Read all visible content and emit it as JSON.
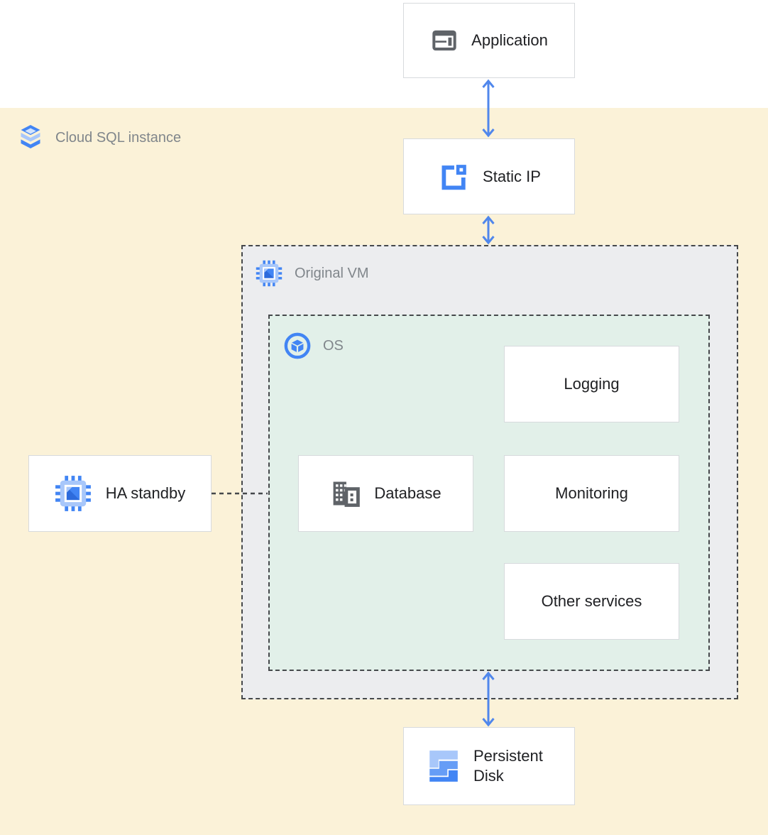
{
  "diagram": {
    "regions": {
      "cloud_sql_instance": {
        "label": "Cloud SQL instance"
      },
      "original_vm": {
        "label": "Original VM"
      },
      "os": {
        "label": "OS"
      }
    },
    "nodes": {
      "application": {
        "label": "Application"
      },
      "static_ip": {
        "label": "Static IP"
      },
      "logging": {
        "label": "Logging"
      },
      "database": {
        "label": "Database"
      },
      "monitoring": {
        "label": "Monitoring"
      },
      "other_services": {
        "label": "Other services"
      },
      "ha_standby": {
        "label": "HA standby"
      },
      "persistent_disk": {
        "label": "Persistent Disk"
      }
    },
    "colors": {
      "region_yellow_bg": "#FBF2D8",
      "region_gray_bg": "#ECEDEF",
      "region_green_bg": "#E2F0E9",
      "node_border": "#D7DADD",
      "dashed_border": "#45484B",
      "arrow_blue": "#5087EC",
      "icon_gray": "#5F6368",
      "icon_blue": "#4285F4",
      "icon_blue_medium": "#669DF6",
      "icon_blue_light": "#A8C7FA",
      "region_label_text": "#80868B",
      "node_label_text": "#202124"
    }
  }
}
